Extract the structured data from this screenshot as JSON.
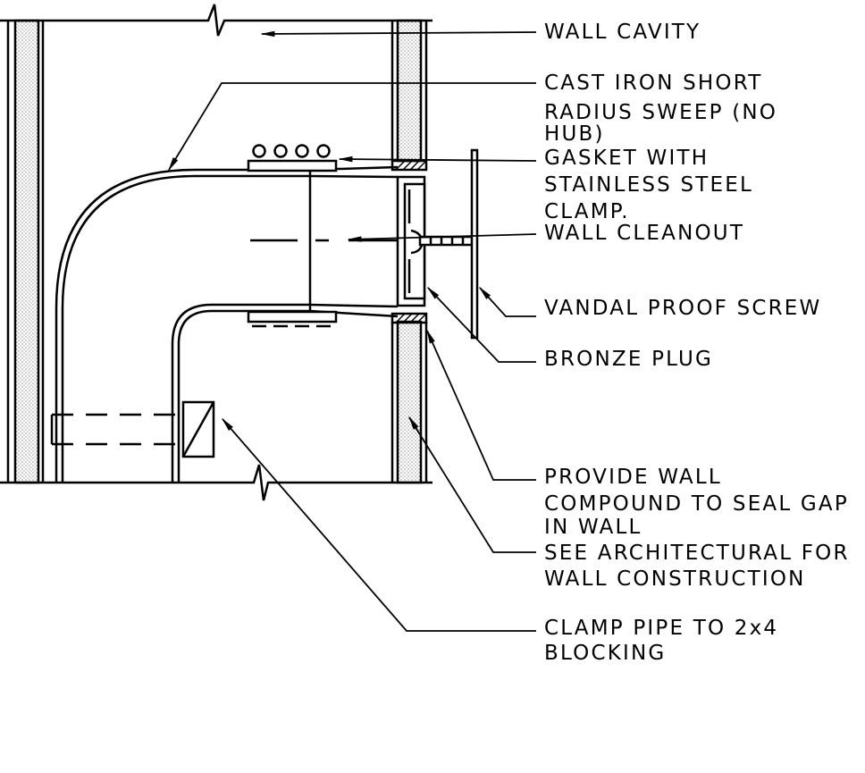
{
  "labels": {
    "wall_cavity": [
      "WALL CAVITY"
    ],
    "cast_iron_sweep": [
      "CAST IRON SHORT",
      "RADIUS SWEEP (NO",
      "HUB)"
    ],
    "gasket_clamp": [
      "GASKET WITH",
      "STAINLESS STEEL",
      "CLAMP."
    ],
    "wall_cleanout": [
      "WALL CLEANOUT"
    ],
    "vandal_proof_screw": [
      "VANDAL PROOF SCREW"
    ],
    "bronze_plug": [
      "BRONZE PLUG"
    ],
    "wall_compound": [
      "PROVIDE WALL",
      "COMPOUND TO SEAL GAP",
      "IN WALL"
    ],
    "see_architectural": [
      "SEE ARCHITECTURAL FOR",
      "WALL CONSTRUCTION"
    ],
    "clamp_blocking": [
      "CLAMP PIPE TO 2x4",
      "BLOCKING"
    ]
  },
  "colors": {
    "line": "#000000",
    "background": "#ffffff",
    "insulation_fill": "#d9d9d9"
  }
}
